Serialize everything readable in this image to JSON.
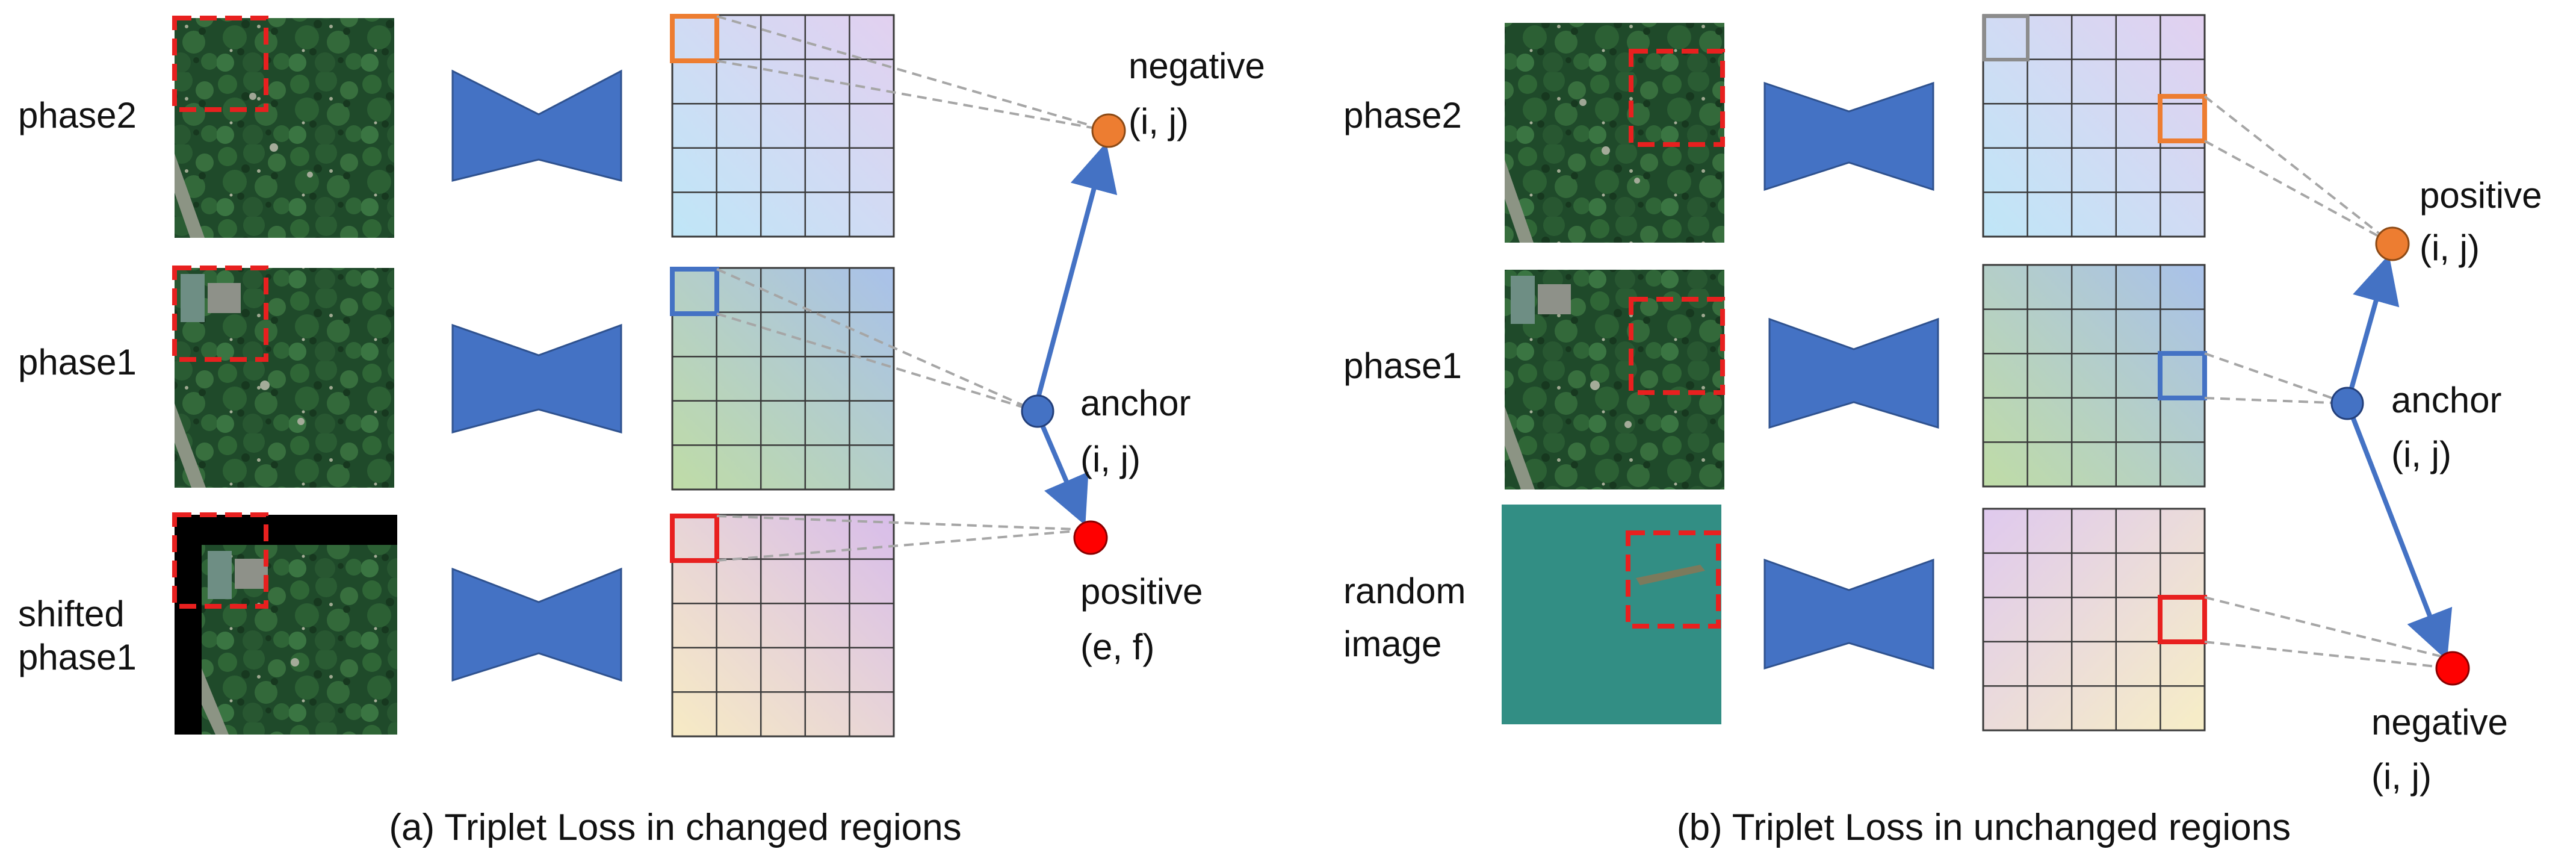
{
  "panels": [
    {
      "id": "a",
      "caption": "(a) Triplet Loss in changed regions",
      "rows": [
        {
          "label": [
            "phase2"
          ],
          "image": "forest",
          "feature": "blue-to-purple"
        },
        {
          "label": [
            "phase1"
          ],
          "image": "forest-with-building",
          "feature": "green-to-blue"
        },
        {
          "label": [
            "shifted",
            "phase1"
          ],
          "image": "forest-shifted",
          "feature": "yellow-to-purple"
        }
      ],
      "points": [
        {
          "role": "negative",
          "text": [
            "negative",
            "(i, j)"
          ],
          "color": "#ED7D31"
        },
        {
          "role": "anchor",
          "text": [
            "anchor",
            "(i, j)"
          ],
          "color": "#4472C4"
        },
        {
          "role": "positive",
          "text": [
            "positive",
            "(e, f)"
          ],
          "color": "#FF0000"
        }
      ]
    },
    {
      "id": "b",
      "caption": "(b) Triplet Loss in unchanged regions",
      "rows": [
        {
          "label": [
            "phase2"
          ],
          "image": "forest",
          "feature": "blue-to-purple"
        },
        {
          "label": [
            "phase1"
          ],
          "image": "forest-with-building",
          "feature": "green-to-blue"
        },
        {
          "label": [
            "random",
            "image"
          ],
          "image": "sea-with-ship",
          "feature": "purple-to-yellow"
        }
      ],
      "points": [
        {
          "role": "positive",
          "text": [
            "positive",
            "(i, j)"
          ],
          "color": "#ED7D31"
        },
        {
          "role": "anchor",
          "text": [
            "anchor",
            "(i, j)"
          ],
          "color": "#4472C4"
        },
        {
          "role": "negative",
          "text": [
            "negative",
            "(i, j)"
          ],
          "color": "#FF0000"
        }
      ]
    }
  ],
  "colors": {
    "encoder": "#4472C4",
    "arrow": "#4472C4",
    "crop_box": "#E8201F",
    "connector": "#A6A6A6",
    "cell_highlight_orange": "#ED7D31",
    "cell_highlight_blue": "#4472C4",
    "cell_highlight_red": "#E8201F",
    "cell_highlight_gray": "#8C8C8C",
    "sea": "#2F8A80"
  }
}
